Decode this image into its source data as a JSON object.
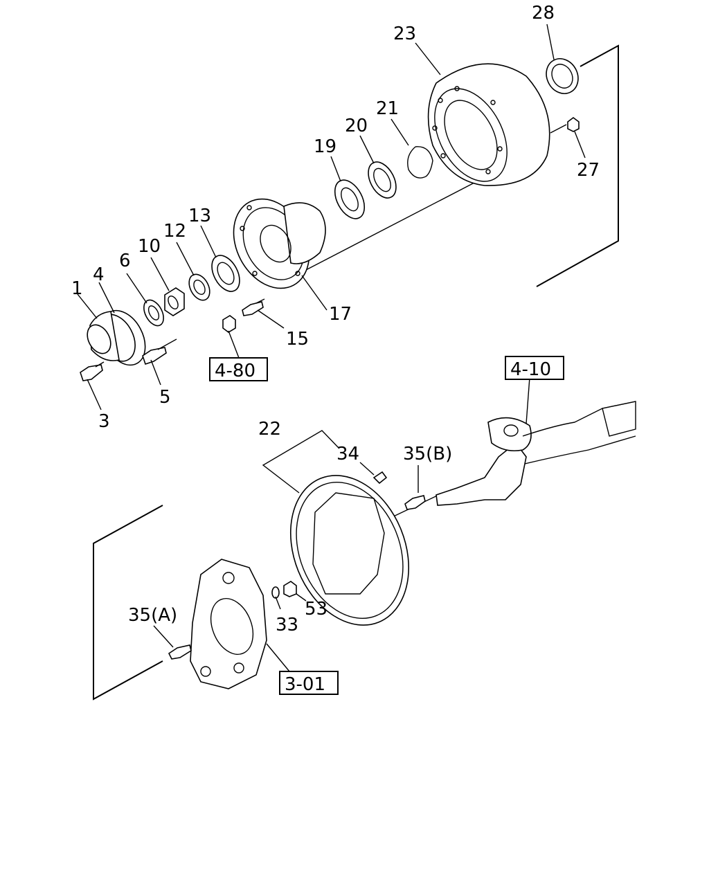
{
  "diagram": {
    "callouts": [
      "1",
      "3",
      "4",
      "5",
      "6",
      "10",
      "12",
      "13",
      "15",
      "17",
      "19",
      "20",
      "21",
      "22",
      "23",
      "27",
      "28",
      "33",
      "34",
      "35(A)",
      "35(B)",
      "53"
    ],
    "references": [
      "4-80",
      "4-10",
      "3-01"
    ]
  }
}
